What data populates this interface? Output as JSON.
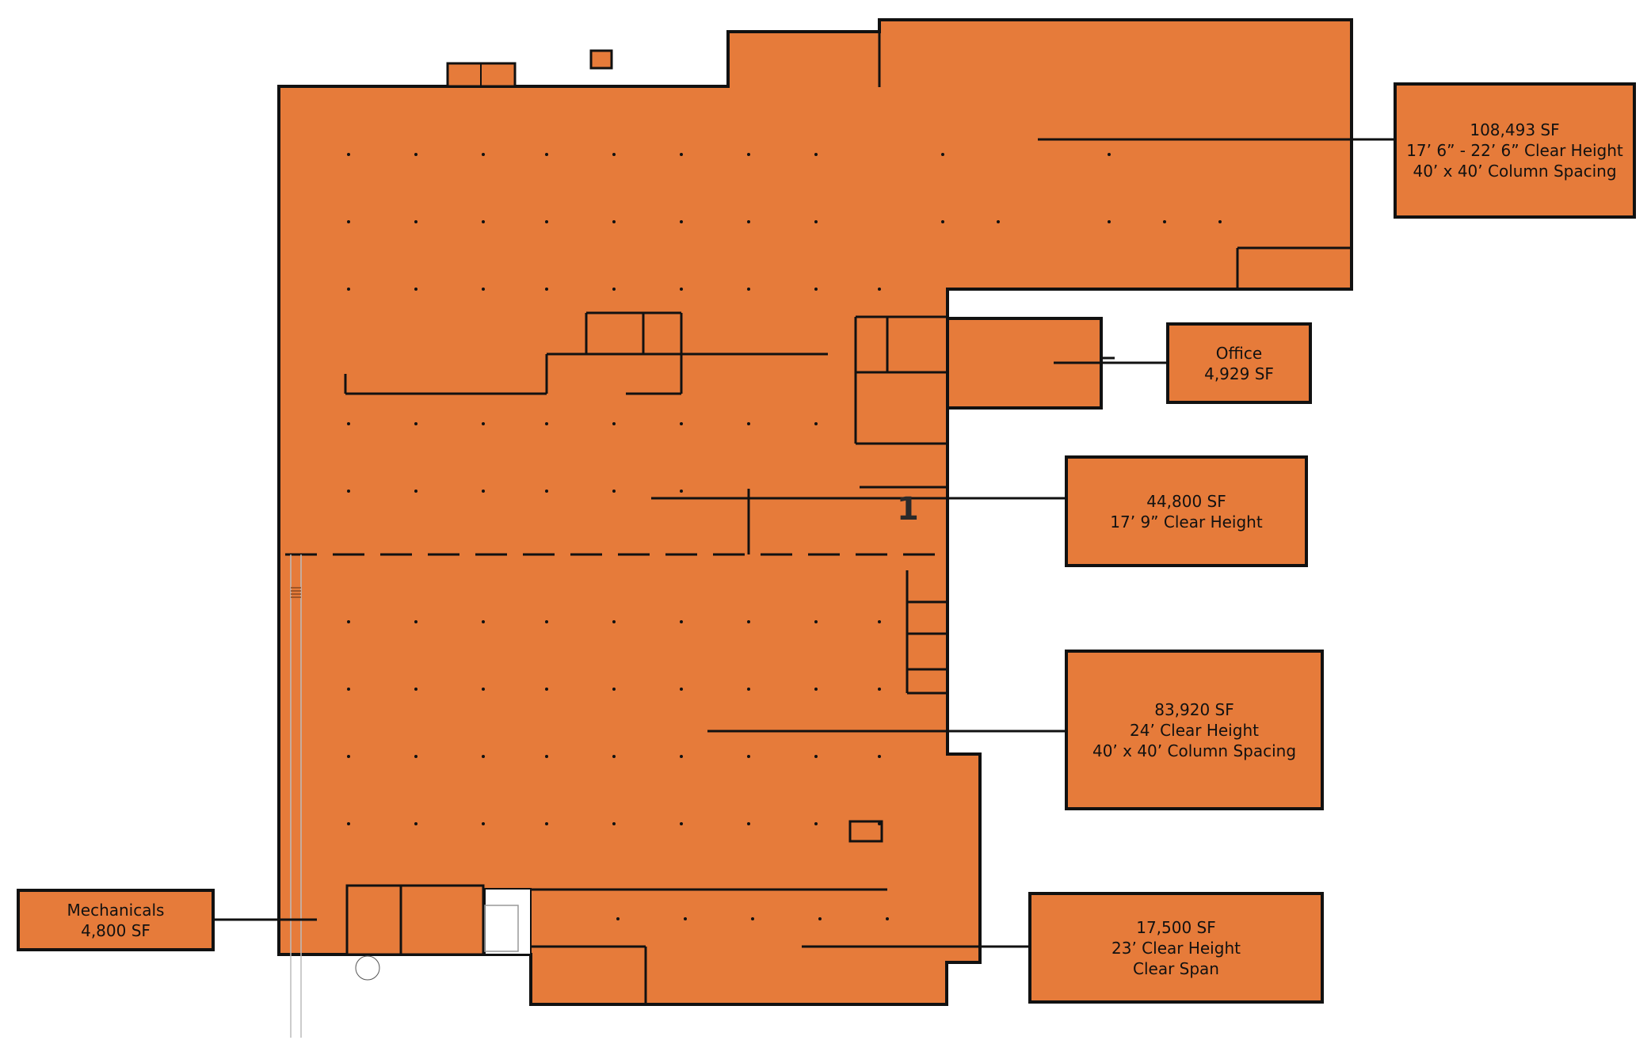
{
  "colors": {
    "floor_fill": "#E67B3A",
    "wall": "#111111",
    "background": "#FFFFFF"
  },
  "plan": {
    "area_number": "1"
  },
  "callouts": [
    {
      "id": "area-108493",
      "lines": [
        "108,493 SF",
        "17’ 6” - 22’ 6” Clear Height",
        "40’ x 40’ Column Spacing"
      ]
    },
    {
      "id": "office",
      "lines": [
        "Office",
        "4,929 SF"
      ]
    },
    {
      "id": "area-44800",
      "lines": [
        "44,800 SF",
        "17’ 9” Clear Height"
      ]
    },
    {
      "id": "area-83920",
      "lines": [
        "83,920 SF",
        "24’ Clear Height",
        "40’ x 40’ Column Spacing"
      ]
    },
    {
      "id": "area-17500",
      "lines": [
        "17,500 SF",
        "23’ Clear Height",
        "Clear Span"
      ]
    },
    {
      "id": "mechanicals",
      "lines": [
        "Mechanicals",
        "4,800 SF"
      ]
    }
  ]
}
